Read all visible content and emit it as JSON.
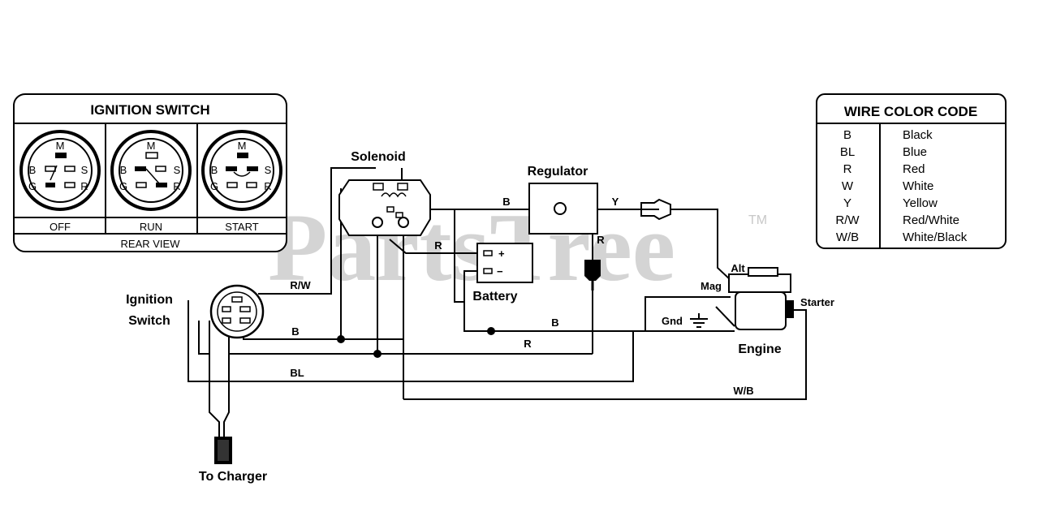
{
  "watermark": {
    "text": "PartsTree",
    "tm": "TM"
  },
  "ignition_panel": {
    "title": "IGNITION SWITCH",
    "positions": [
      "OFF",
      "RUN",
      "START"
    ],
    "footer": "REAR VIEW",
    "terminals": {
      "m": "M",
      "b": "B",
      "s": "S",
      "g": "G",
      "r": "R"
    }
  },
  "legend": {
    "title": "WIRE COLOR CODE",
    "rows": [
      {
        "code": "B",
        "color": "Black"
      },
      {
        "code": "BL",
        "color": "Blue"
      },
      {
        "code": "R",
        "color": "Red"
      },
      {
        "code": "W",
        "color": "White"
      },
      {
        "code": "Y",
        "color": "Yellow"
      },
      {
        "code": "R/W",
        "color": "Red/White"
      },
      {
        "code": "W/B",
        "color": "White/Black"
      }
    ]
  },
  "components": {
    "solenoid": "Solenoid",
    "regulator": "Regulator",
    "battery": "Battery",
    "ignition_switch_line1": "Ignition",
    "ignition_switch_line2": "Switch",
    "engine": "Engine",
    "starter": "Starter",
    "alt": "Alt",
    "mag": "Mag",
    "gnd": "Gnd",
    "to_charger": "To Charger",
    "battery_plus": "+",
    "battery_minus": "−"
  },
  "wire_labels": {
    "rw": "R/W",
    "b_solenoid_reg": "B",
    "y_reg": "Y",
    "r_reg": "R",
    "r_battery": "R",
    "b_switch": "B",
    "b_engine": "B",
    "r_main": "R",
    "bl": "BL",
    "wb": "W/B"
  }
}
